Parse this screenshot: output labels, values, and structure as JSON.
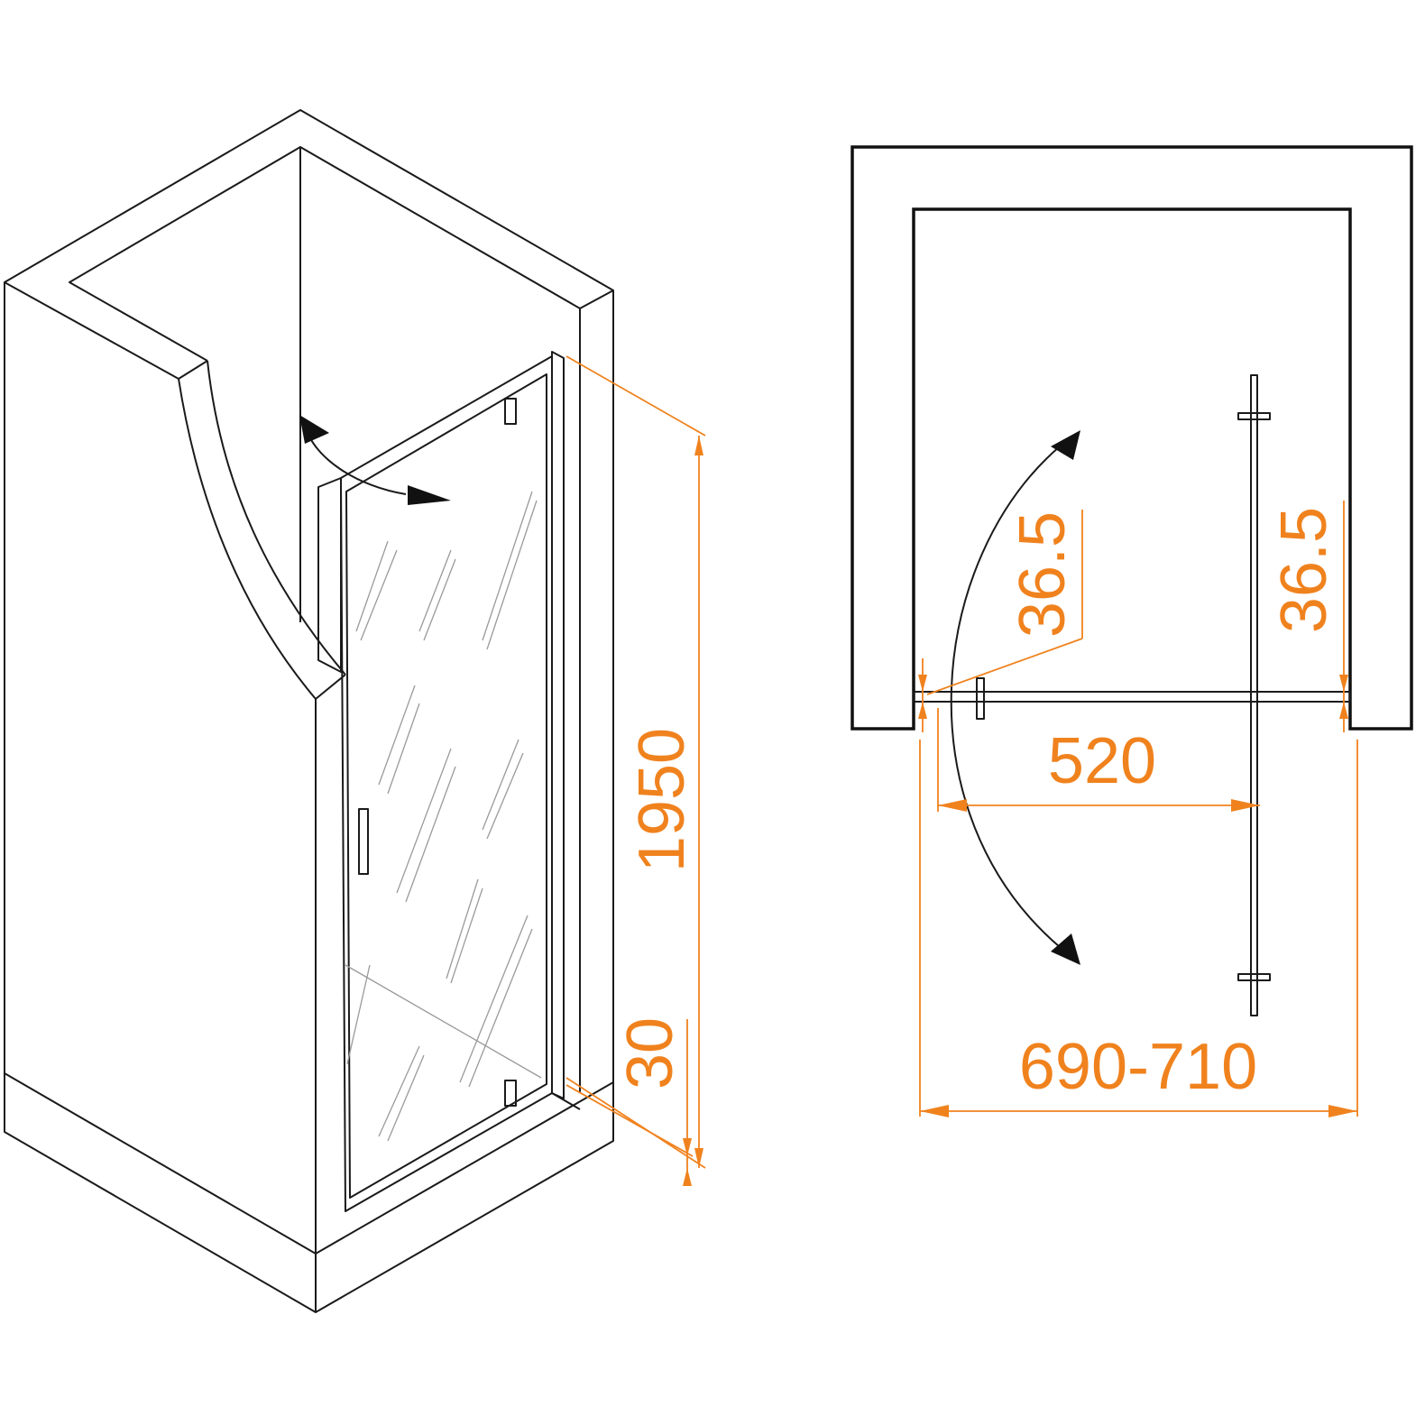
{
  "colors": {
    "dimension": "#F0821E",
    "line": "#1a1a1a"
  },
  "views": {
    "isometric": {
      "height_label": "1950",
      "base_label": "30"
    },
    "plan": {
      "left_offset_label": "36.5",
      "right_offset_label": "36.5",
      "door_width_label": "520",
      "total_width_label": "690-710"
    }
  }
}
